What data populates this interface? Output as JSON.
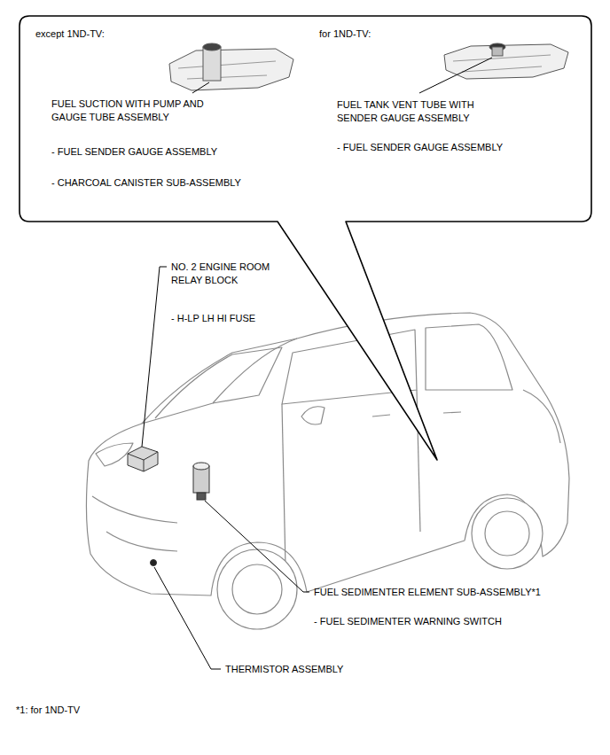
{
  "diagram": {
    "nodes": [
      {
        "text": [
          "except 1ND-TV:",
          "FUEL SUCTION WITH PUMP AND GAUGE TUBE ASSEMBLY",
          "- FUEL SENDER GAUGE ASSEMBLY",
          "- CHARCOAL CANISTER SUB-ASSEMBLY",
          "for 1ND-TV:",
          "FUEL TANK VENT TUBE WITH SENDER GAUGE ASSEMBLY",
          "- FUEL SENDER GAUGE ASSEMBLY"
        ]
      }
    ],
    "labels": [
      "NO. 2 ENGINE ROOM RELAY BLOCK",
      "- H-LP LH HI FUSE",
      "FUEL SEDIMENTER ELEMENT SUB-ASSEMBLY*1",
      "- FUEL SEDIMENTER WARNING SWITCH",
      "THERMISTOR ASSEMBLY",
      "*1: for 1ND-TV"
    ]
  }
}
